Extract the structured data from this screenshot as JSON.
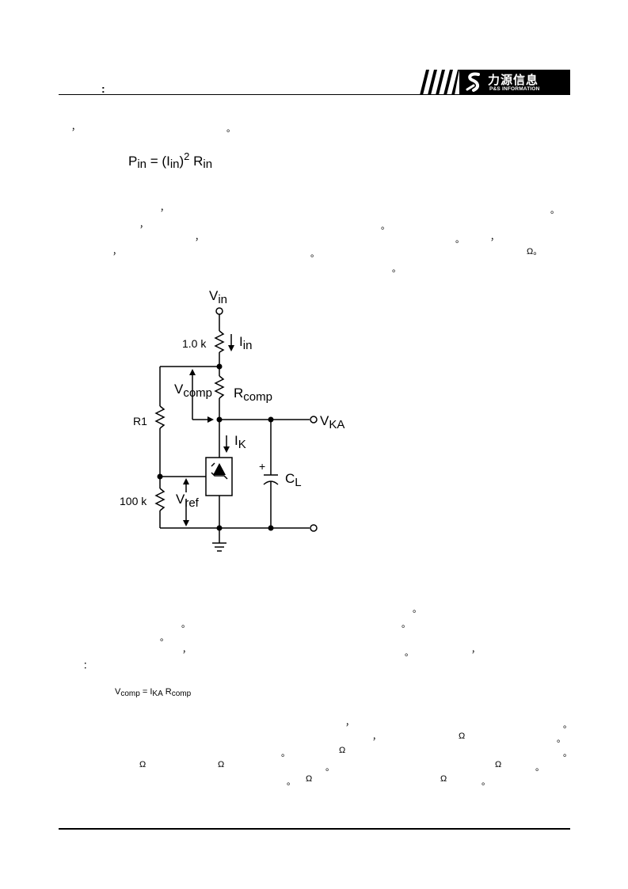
{
  "header": {
    "colon": ":",
    "logo_cn": "力源信息",
    "logo_en": "P&S INFORMATION"
  },
  "text": {
    "comma": "，",
    "period": "。",
    "omega": "Ω",
    "omega_period": "Ω。",
    "colon": "："
  },
  "equations": {
    "pin": {
      "P": "P",
      "in_sub": "in",
      "eq": " = (",
      "I": "I",
      "in_sub2": "in",
      "close": ")",
      "sq": "2",
      "R": " R",
      "in_sub3": "in"
    },
    "vcomp": {
      "V": "V",
      "comp_sub": "comp",
      "eq": " = ",
      "I": "I",
      "KA_sub": "KA",
      "R": " R",
      "comp_sub2": "comp"
    }
  },
  "circuit": {
    "vin": "V",
    "vin_sub": "in",
    "r_top": "1.0 k",
    "iin": "I",
    "iin_sub": "in",
    "vcomp": "V",
    "vcomp_sub": "comp",
    "rcomp": "R",
    "rcomp_sub": "comp",
    "vka": "V",
    "vka_sub": "KA",
    "r1": "R1",
    "ik": "I",
    "ik_sub": "K",
    "plus": "+",
    "cl": "C",
    "cl_sub": "L",
    "r_bottom": "100 k",
    "vref": "V",
    "vref_sub": "ref"
  }
}
